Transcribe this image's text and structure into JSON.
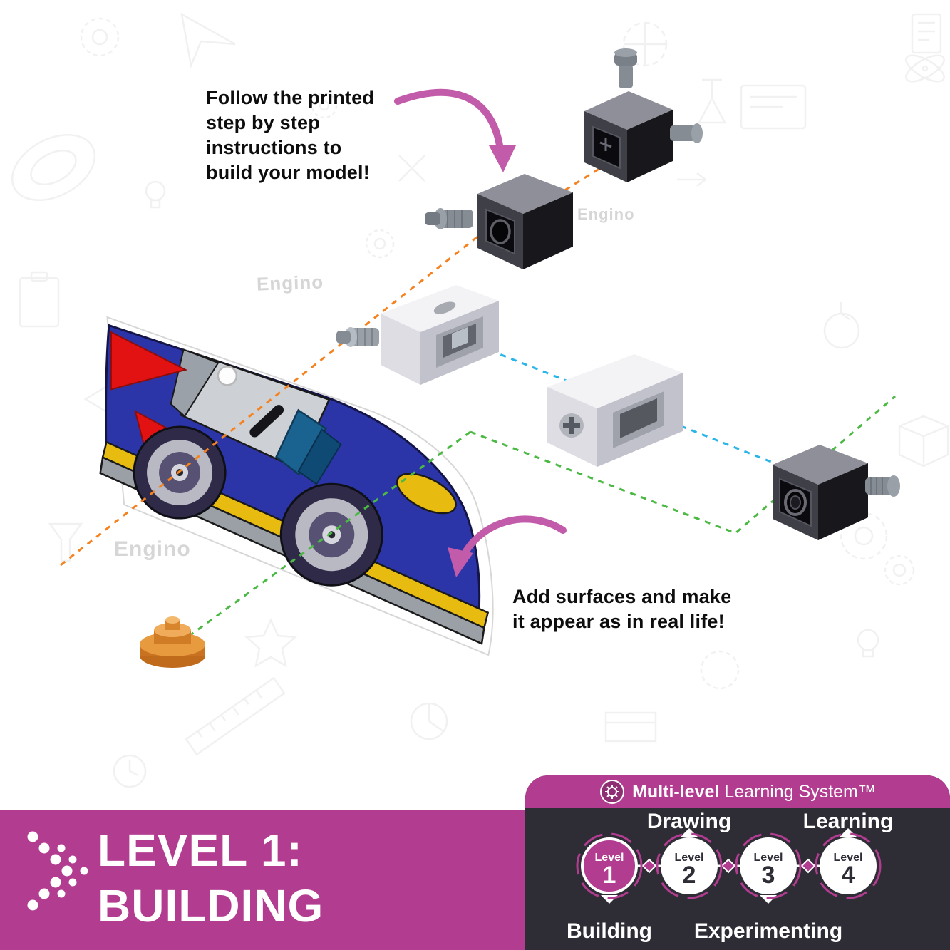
{
  "watermark": "Engino",
  "annotations": {
    "top_note": "Follow the printed\nstep by step\ninstructions to\nbuild your model!",
    "bottom_note": "Add surfaces and make\nit appear as in real life!"
  },
  "level_banner": {
    "line1": "LEVEL 1:",
    "line2": "BUILDING"
  },
  "learning_panel": {
    "header_bold": "Multi-level",
    "header_rest": " Learning System™",
    "active_level": "1",
    "top_labels": [
      "Drawing",
      "Learning"
    ],
    "bottom_labels": [
      "Building",
      "Experimenting"
    ],
    "levels": [
      {
        "word": "Level",
        "num": "1"
      },
      {
        "word": "Level",
        "num": "2"
      },
      {
        "word": "Level",
        "num": "3"
      },
      {
        "word": "Level",
        "num": "4"
      }
    ]
  },
  "colors": {
    "magenta": "#b23c90",
    "panel_dark": "#2e2d36",
    "arrow_pink": "#c25ba9",
    "dash_orange": "#f5821f",
    "dash_cyan": "#2ab5e8",
    "dash_green": "#4cb944",
    "car_blue": "#2b35a8",
    "car_yellow": "#e7bb10",
    "car_red": "#e21212"
  }
}
